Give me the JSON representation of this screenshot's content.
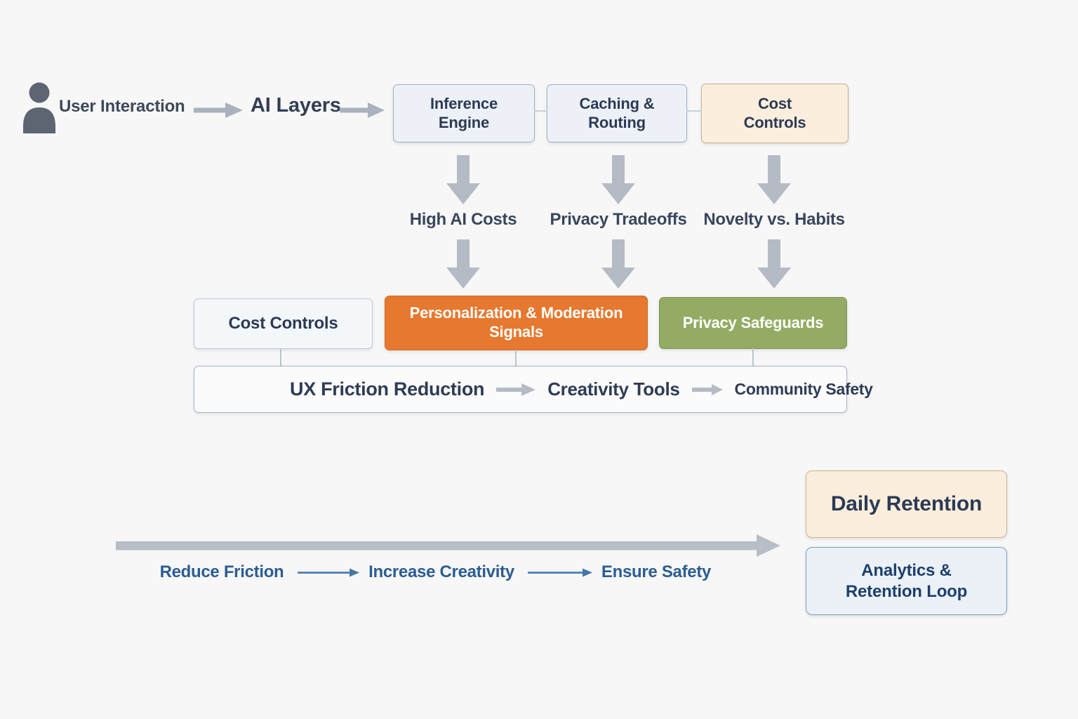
{
  "title": "AI product flow diagram",
  "colors": {
    "background": "#f7f7f8",
    "node_blue_bg": "#edf1f7",
    "node_blue_border": "#9fafc7",
    "node_cream_bg": "#fbeedd",
    "node_cream_border": "#c8b28c",
    "node_light_bg": "#f4f7fa",
    "node_orange_bg": "#e6782f",
    "node_green_bg": "#94ab63",
    "outline_blue_border": "#7d9dc2",
    "text_navy": "#2c3a55",
    "text_blue": "#2b5d92",
    "arrow_gray": "#b5bbc4",
    "arrow_blue": "#4577aa",
    "person_gray": "#5d6572"
  },
  "icons": {
    "person": "person-icon",
    "arrow_right": "arrow-right-icon",
    "block_arrow_down": "block-arrow-down-icon",
    "long_arrow_right": "long-arrow-right-icon",
    "thin_arrow_right": "thin-arrow-right-icon"
  },
  "top_flow": {
    "user_label": "User Interaction",
    "ai_label": "AI Layers"
  },
  "pipeline_row": {
    "boxes": [
      {
        "label": "Inference Engine",
        "variant": "blue"
      },
      {
        "label": "Caching & Routing",
        "variant": "blue"
      },
      {
        "label": "Cost Controls",
        "variant": "cream"
      }
    ]
  },
  "challenges": [
    "High AI Costs",
    "Privacy Tradeoffs",
    "Novelty vs. Habits"
  ],
  "strategy_row": {
    "boxes": [
      {
        "label": "Cost Controls",
        "variant": "light"
      },
      {
        "label": "Personalization & Moderation Signals",
        "variant": "orange"
      },
      {
        "label": "Privacy Safeguards",
        "variant": "green"
      }
    ]
  },
  "foundation_row": {
    "items": [
      "UX Friction Reduction",
      "Creativity Tools",
      "Community Safety"
    ]
  },
  "journey": {
    "labels": [
      "Reduce Friction",
      "Increase Creativity",
      "Ensure Safety"
    ]
  },
  "outcomes": [
    {
      "label": "Daily Retention",
      "variant": "cream"
    },
    {
      "label": "Analytics & Retention Loop",
      "variant": "blueoutline"
    }
  ]
}
